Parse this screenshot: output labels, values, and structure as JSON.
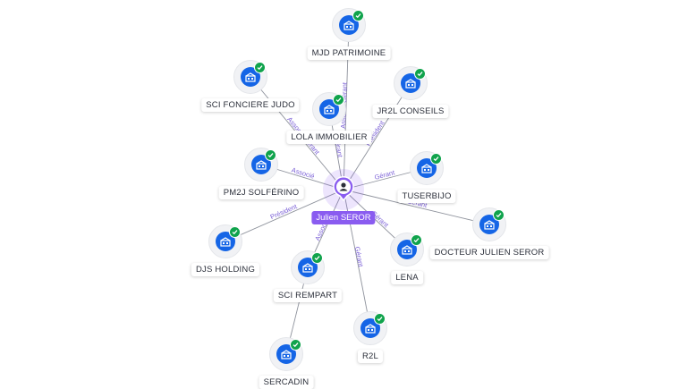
{
  "center": {
    "name": "Julien SEROR",
    "icon": "person-icon",
    "accent": "#8a5cf0"
  },
  "colors": {
    "company": "#1565e6",
    "verified": "#10a34c",
    "edge": "#8e929c",
    "edge_label": "#7a5fd6"
  },
  "nodes": [
    {
      "label": "MJD PATRIMOINE",
      "icon": "building-icon",
      "verified": true,
      "edge_label": "Associé-Gérant"
    },
    {
      "label": "SCI FONCIERE JUDO",
      "icon": "building-icon",
      "verified": true,
      "edge_label": "Associé-Gérant"
    },
    {
      "label": "JR2L CONSEILS",
      "icon": "building-icon",
      "verified": true,
      "edge_label": "Président"
    },
    {
      "label": "LOLA IMMOBILIER",
      "icon": "building-icon",
      "verified": true,
      "edge_label": "Gérant"
    },
    {
      "label": "PM2J SOLFÉRINO",
      "icon": "building-icon",
      "verified": true,
      "edge_label": "Associé"
    },
    {
      "label": "TUSERBIJO",
      "icon": "building-icon",
      "verified": true,
      "edge_label": "Gérant"
    },
    {
      "label": "DOCTEUR JULIEN SEROR",
      "icon": "building-icon",
      "verified": true,
      "edge_label": "Gérant"
    },
    {
      "label": "DJS HOLDING",
      "icon": "building-icon",
      "verified": true,
      "edge_label": "Président"
    },
    {
      "label": "LENA",
      "icon": "building-icon",
      "verified": true,
      "edge_label": "Gérant"
    },
    {
      "label": "SCI REMPART",
      "icon": "building-icon",
      "verified": true,
      "edge_label": "Associé"
    },
    {
      "label": "R2L",
      "icon": "building-icon",
      "verified": true,
      "edge_label": "Gérant"
    },
    {
      "label": "SERCADIN",
      "icon": "building-icon",
      "verified": true,
      "edge_label": ""
    }
  ]
}
